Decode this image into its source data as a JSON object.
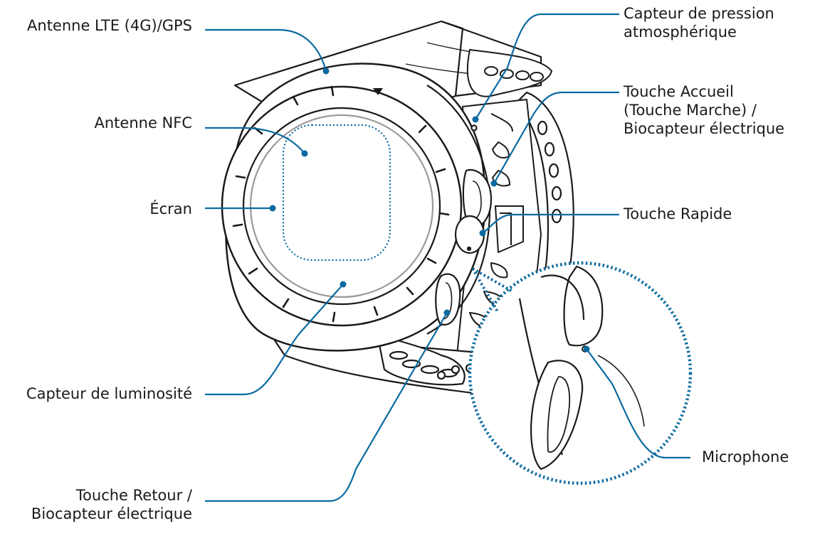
{
  "labels": {
    "lte_gps": "Antenne LTE (4G)/GPS",
    "nfc": "Antenne NFC",
    "screen": "Écran",
    "light_sensor": "Capteur de luminosité",
    "back_key_line1": "Touche Retour /",
    "back_key_line2": "Biocapteur électrique",
    "pressure_line1": "Capteur de pression",
    "pressure_line2": "atmosphérique",
    "home_line1": "Touche Accueil",
    "home_line2": "(Touche Marche) /",
    "home_line3": "Biocapteur électrique",
    "quick_key": "Touche Rapide",
    "microphone": "Microphone"
  },
  "colors": {
    "leader": "#0a6aa1",
    "outline": "#1a1a1a",
    "text": "#1a1a1a"
  }
}
